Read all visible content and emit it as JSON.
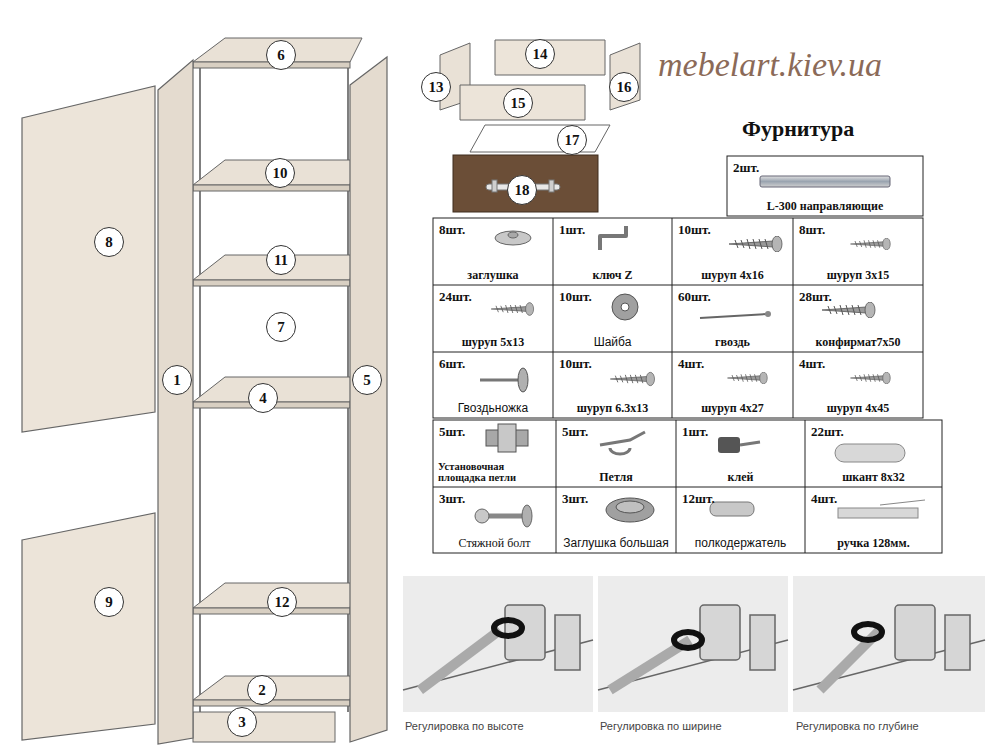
{
  "diagram": {
    "title": "Фурнитура",
    "labels": [
      "6",
      "14",
      "13",
      "15",
      "16",
      "17",
      "18",
      "10",
      "11",
      "7",
      "1",
      "4",
      "5",
      "8",
      "9",
      "12",
      "2",
      "3",
      "2шт.",
      "L-300 направляющие",
      "8шт.",
      "заглушка",
      "1шт.",
      "ключ Z",
      "10шт.",
      "шуруп 4х16",
      "8шт.",
      "шуруп 3х15",
      "24шт.",
      "шуруп 5х13",
      "10шт.",
      "Шайба",
      "60шт.",
      "гвоздь",
      "28шт.",
      "конфирмат7х50",
      "6шт.",
      "Гвоздьножка",
      "10шт.",
      "шуруп 6.3х13",
      "4шт.",
      "шуруп 4х27",
      "4шт.",
      "шуруп 4х45",
      "5шт.",
      "Установочная площадка петли",
      "5шт.",
      "Петля",
      "1шт.",
      "клей",
      "22шт.",
      "шкант 8х32",
      "3шт.",
      "Стяжной болт",
      "3шт.",
      "Заглушка большая",
      "12шт.",
      "полкодержатель",
      "4шт.",
      "ручка 128мм.",
      "Регулировка по высоте",
      "Регулировка по ширине",
      "Регулировка по глубине",
      "mebelart.kiev.ua"
    ]
  }
}
